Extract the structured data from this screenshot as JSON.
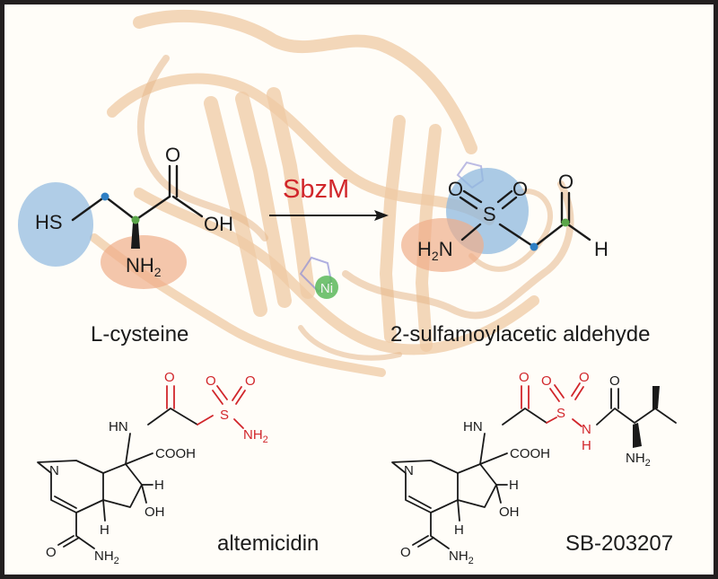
{
  "colors": {
    "border": "#231f20",
    "protein_ribbon": "#efc9a4",
    "blue_highlight": "#8fb8df",
    "orange_highlight": "#efae8a",
    "red_text": "#d1262b",
    "green_atom": "#5ba64a",
    "blue_atom": "#2f7fc4",
    "nickel": "#5cb85c"
  },
  "reaction": {
    "enzyme": "SbzM",
    "metal": "Ni",
    "substrate": {
      "name": "L-cysteine",
      "atoms": {
        "thiol": "HS",
        "oxygen": "O",
        "hydroxyl": "OH",
        "amine_n": "NH",
        "amine_sub": "2"
      }
    },
    "product": {
      "name": "2-sulfamoylacetic aldehyde",
      "atoms": {
        "o_left": "O",
        "o_right": "O",
        "sulfur": "S",
        "amine_h": "H",
        "amine_sub": "2",
        "amine_n": "N",
        "o_ald": "O",
        "h_ald": "H"
      }
    }
  },
  "compounds": {
    "altemicidin": {
      "name": "altemicidin",
      "atoms": {
        "hn": "HN",
        "o_carbonyl": "O",
        "o1": "O",
        "o2": "O",
        "s": "S",
        "nh2": "NH",
        "nh2_sub": "2",
        "cooh": "COOH",
        "h1": "H",
        "oh": "OH",
        "h2": "H",
        "n_ring": "N",
        "o_amide": "O",
        "nh2_amide": "NH",
        "nh2_amide_sub": "2"
      }
    },
    "sb": {
      "name": "SB-203207",
      "atoms": {
        "hn": "HN",
        "o_carbonyl": "O",
        "o1": "O",
        "o2": "O",
        "s": "S",
        "n": "N",
        "h": "H",
        "o_amide2": "O",
        "nh2": "NH",
        "nh2_sub": "2",
        "cooh": "COOH",
        "h1": "H",
        "oh": "OH",
        "h2": "H",
        "n_ring": "N",
        "o_amide": "O",
        "nh2_amide": "NH",
        "nh2_amide_sub": "2"
      }
    }
  }
}
